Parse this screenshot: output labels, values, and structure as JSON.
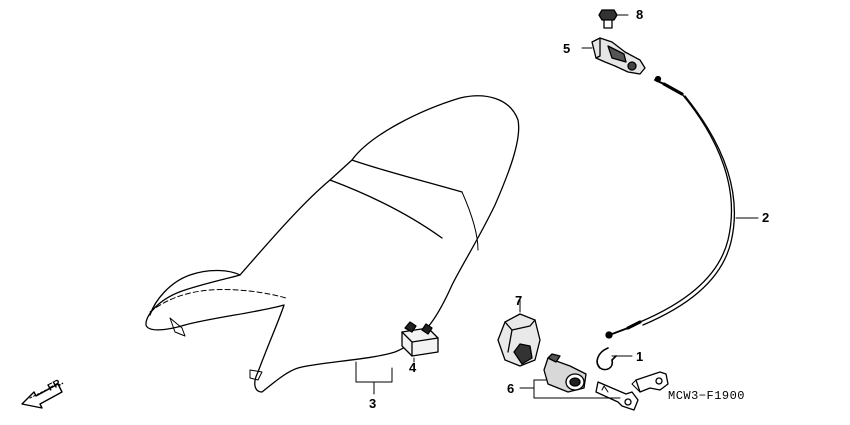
{
  "callouts": {
    "c1": "1",
    "c2": "2",
    "c3": "3",
    "c4": "4",
    "c5": "5",
    "c6": "6",
    "c7": "7",
    "c8": "8"
  },
  "direction_label": "FR.",
  "diagram_code": "MCW3−F1900"
}
